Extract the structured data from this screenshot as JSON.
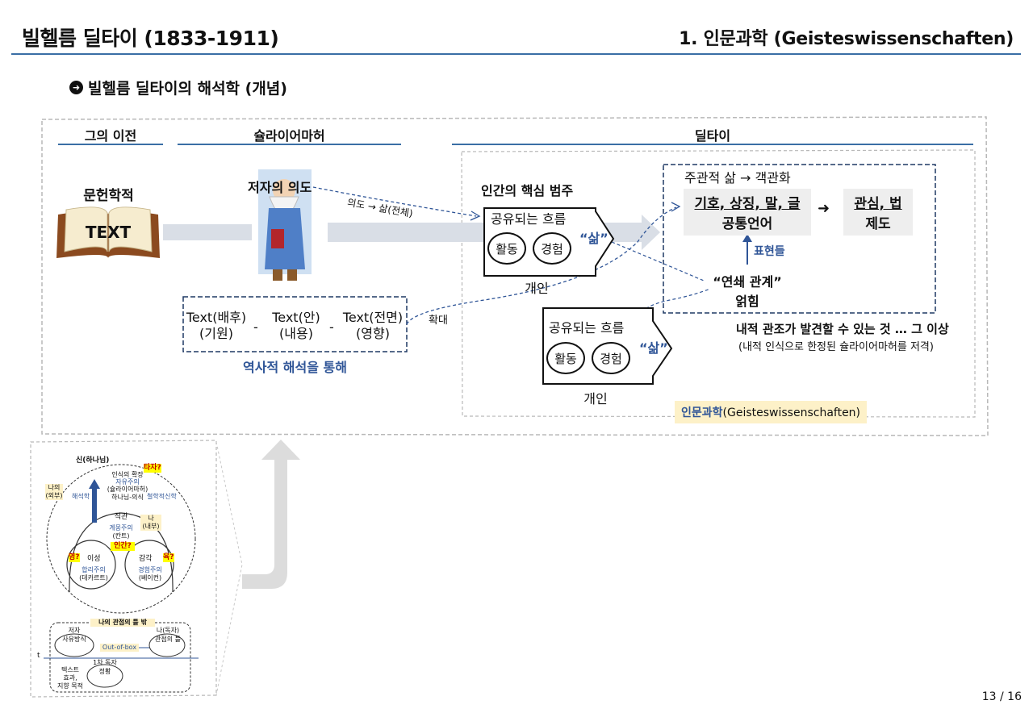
{
  "header": {
    "title_left": "빌헬름 딜타이 (1833-1911)",
    "title_right": "1. 인문과학 (Geisteswissenschaften)"
  },
  "section": {
    "title": "빌헬름 딜타이의 해석학 (개념)"
  },
  "columns": {
    "before": "그의 이전",
    "schleiermacher": "슐라이어마허",
    "dilthey": "딜타이"
  },
  "left": {
    "philological": "문헌학적",
    "book_text": "TEXT",
    "author_intent": "저자의 의도"
  },
  "text_box": {
    "items": [
      {
        "top": "Text(배후)",
        "bottom": "(기원)"
      },
      {
        "top": "Text(안)",
        "bottom": "(내용)"
      },
      {
        "top": "Text(전면)",
        "bottom": "(영향)"
      }
    ],
    "separator": "-",
    "caption": "역사적 해석을 통해"
  },
  "labels": {
    "intent_to_life": "의도 → 삶(전체)",
    "expand": "확대"
  },
  "dilthey": {
    "core_category": "인간의 핵심 범주",
    "flow_top": {
      "title": "공유되는 흐름",
      "pills": [
        "활동",
        "경험"
      ],
      "life": "“삶”",
      "individual": "개인"
    },
    "flow_bottom": {
      "title": "공유되는 흐름",
      "pills": [
        "활동",
        "경험"
      ],
      "life": "“삶”",
      "individual": "개인"
    },
    "objectification": {
      "header": "주관적 삶  →  객관화",
      "symbols": "기호, 상징, 말, 글",
      "common_language": "공통언어",
      "arrow": "➜",
      "concern": "관심, 법",
      "institution": "제도",
      "expressions": "표현들",
      "chain": "“연쇄 관계”",
      "entangle": "얽힘"
    },
    "inner": {
      "main": "내적 관조가 발견할 수 있는 것 … 그 이상",
      "sub": "(내적 인식으로 한정된 슐라이어마허를 저격)"
    },
    "humanities_word": "인문과학",
    "humanities_german": "(Geisteswissenschaften)"
  },
  "mini_diagram": {
    "god": "신(하나님)",
    "other": "타자?",
    "mine_outer": "나의\n(외부)",
    "hermeneutics": "해석학",
    "recog_expand": "인식의 확장",
    "liberalism": "자유주의",
    "schleier": "(슐라이어마허)",
    "god_conscious": "하나님-의식",
    "phil_theology": "철학적신학",
    "intuition": "직관",
    "enlightenment": "계몽주의",
    "kant": "(칸트)",
    "me_inner": "나\n(내부)",
    "human": "인간?",
    "spirit": "영?",
    "reason": "이성",
    "rationalism": "합리주의",
    "descartes": "(데카르트)",
    "sense": "감각",
    "flesh": "육?",
    "empiricism": "경험주의",
    "bacon": "(베이컨)"
  },
  "mini_bottom": {
    "outside": "나의 관점의 틀 밖",
    "author": "저자",
    "author_thought": "사유방식",
    "reader": "나(독자)",
    "reader_frame": "관점의 틀",
    "out_of_box": "Out-of-box",
    "first_reader": "1차 독자",
    "situation": "정황",
    "t": "t",
    "text_effect": "텍스트\n효과,\n지향 목적"
  },
  "page": "13 / 16",
  "colors": {
    "accent": "#3a6ea5",
    "text_blue": "#2f5597",
    "arrow_gray": "#d9dee6",
    "highlight": "#ffff00",
    "gloss": "#fdf1c8"
  }
}
